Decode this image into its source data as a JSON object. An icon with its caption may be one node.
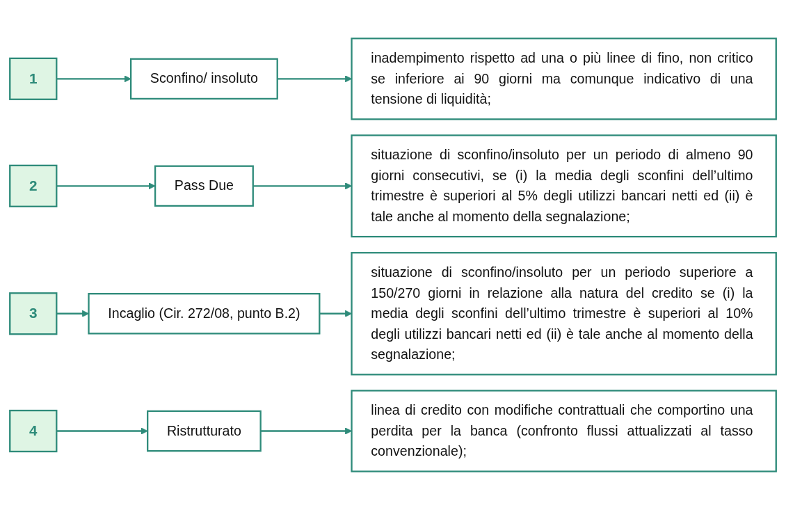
{
  "diagram": {
    "nodes": [
      {
        "text": [
          "1"
        ]
      },
      {
        "text": [
          "Sconfino/ insoluto"
        ]
      },
      {
        "text": [
          "inadempimento rispetto ad una o più linee di fino, non critico se inferiore ai 90 giorni ma comunque indicativo di una tensione di liquidità;"
        ]
      },
      {
        "text": [
          "2"
        ]
      },
      {
        "text": [
          "Pass Due"
        ]
      },
      {
        "text": [
          "situazione di sconfino/insoluto per un periodo di almeno 90 giorni consecutivi, se (i) la media degli sconfini dell’ultimo trimestre è superiori al 5% degli utilizzi bancari netti ed (ii) è tale anche al momento della segnalazione;"
        ]
      },
      {
        "text": [
          "3"
        ]
      },
      {
        "text": [
          "Incaglio (Cir. 272/08, punto B.2)"
        ]
      },
      {
        "text": [
          "situazione di sconfino/insoluto per un periodo superiore a 150/270 giorni in relazione alla natura del credito se (i) la media degli sconfini dell’ultimo trimestre è superiori al 10% degli utilizzi bancari netti ed (ii) è tale anche al momento della segnalazione;"
        ]
      },
      {
        "text": [
          "4"
        ]
      },
      {
        "text": [
          "Ristrutturato"
        ]
      },
      {
        "text": [
          "linea di credito con modifiche contrattuali che comportino una perdita per la banca (confronto flussi attualizzati al tasso convenzionale);"
        ]
      }
    ],
    "edges": [
      {
        "from": 0,
        "to": 1,
        "arrow": "to"
      },
      {
        "from": 1,
        "to": 2,
        "arrow": "to"
      },
      {
        "from": 3,
        "to": 4,
        "arrow": "to"
      },
      {
        "from": 4,
        "to": 5,
        "arrow": "to"
      },
      {
        "from": 6,
        "to": 7,
        "arrow": "to"
      },
      {
        "from": 7,
        "to": 8,
        "arrow": "to"
      },
      {
        "from": 9,
        "to": 10,
        "arrow": "to"
      },
      {
        "from": 10,
        "to": 11,
        "arrow": "to"
      }
    ]
  }
}
